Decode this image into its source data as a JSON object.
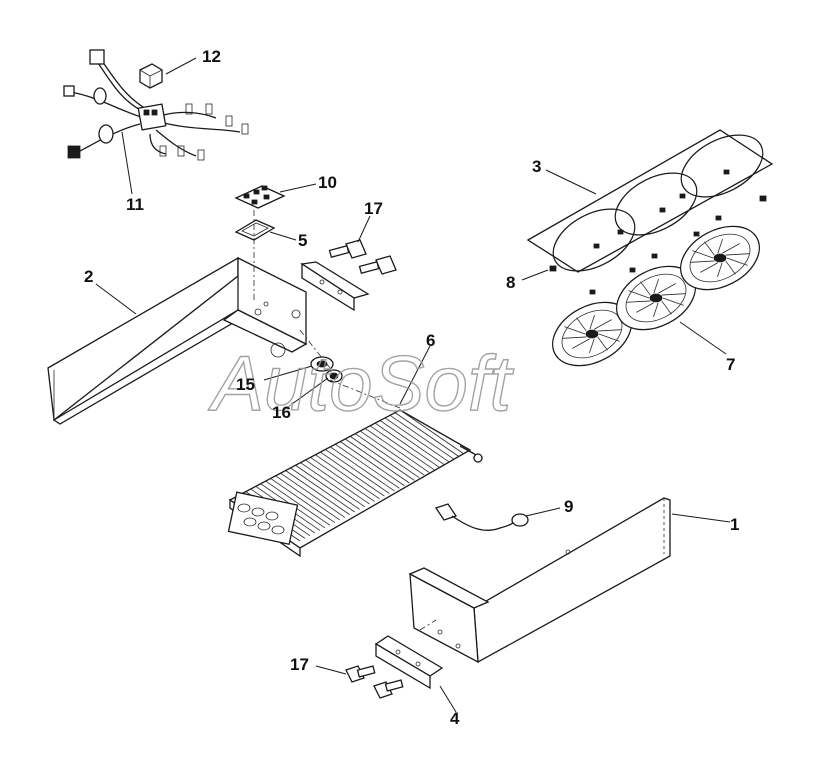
{
  "watermark": "AutoSoft",
  "callouts": {
    "c1": "1",
    "c2": "2",
    "c3": "3",
    "c4": "4",
    "c5": "5",
    "c6": "6",
    "c7": "7",
    "c8": "8",
    "c9": "9",
    "c10": "10",
    "c11": "11",
    "c12": "12",
    "c15": "15",
    "c16": "16",
    "c17a": "17",
    "c17b": "17"
  }
}
